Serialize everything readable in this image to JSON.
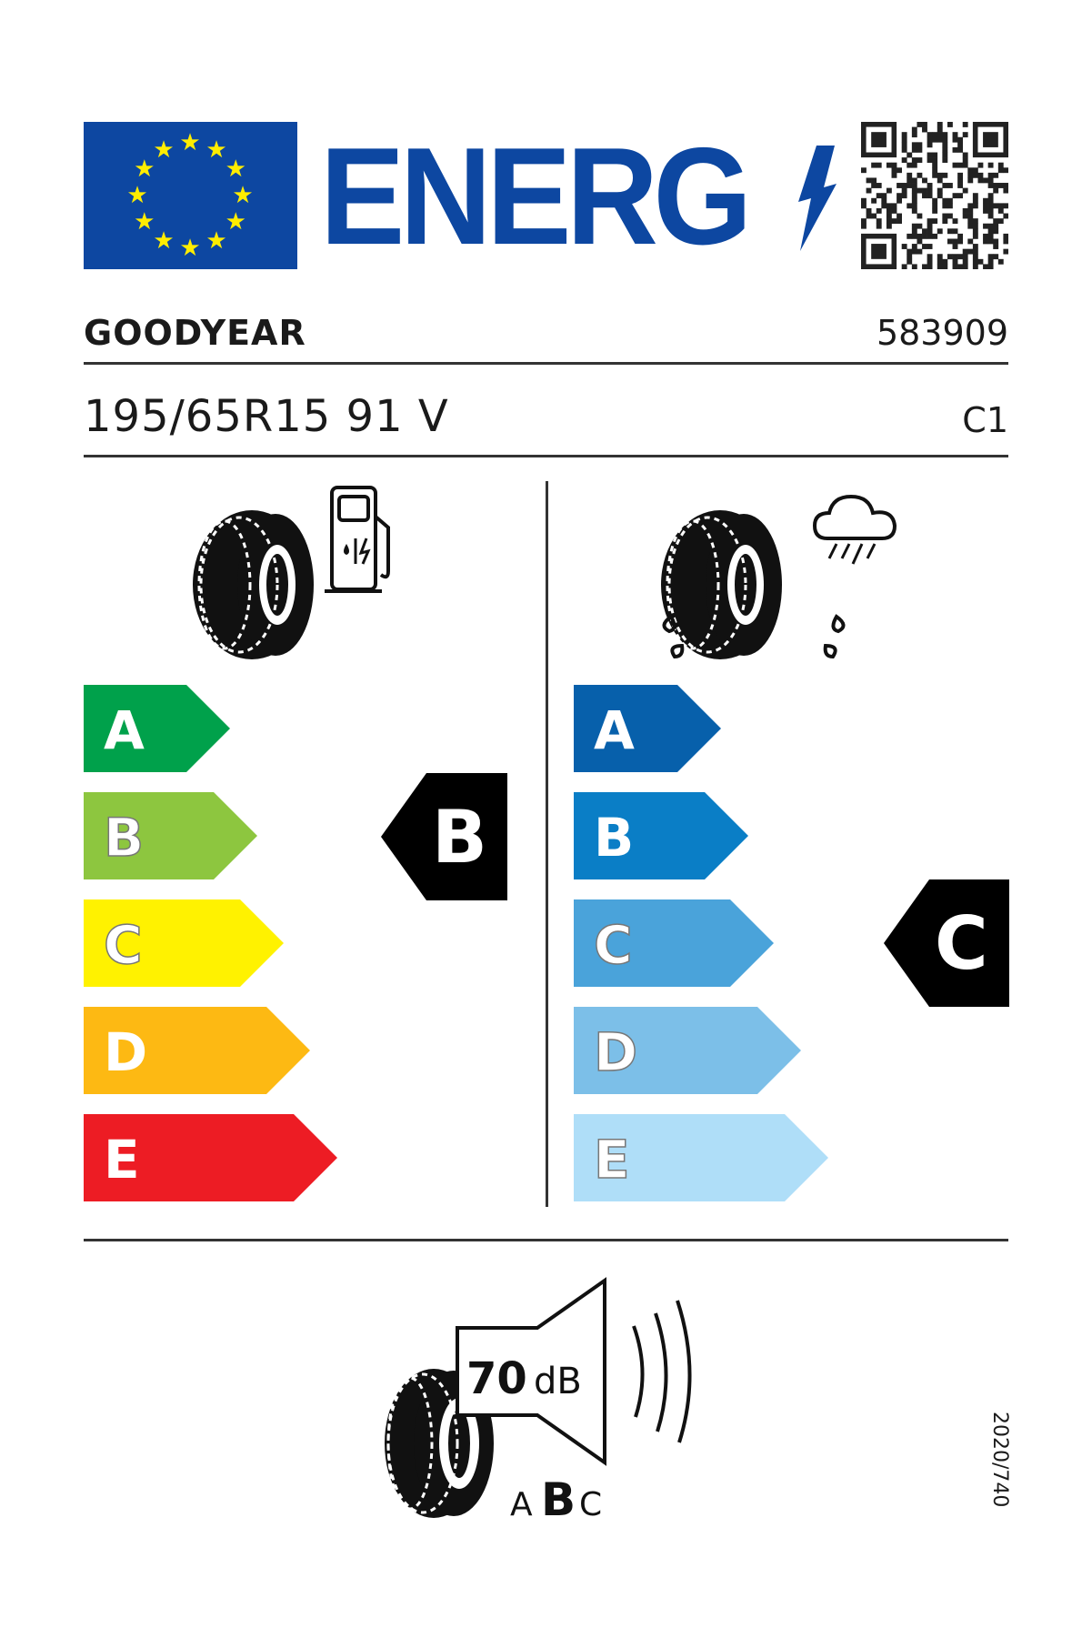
{
  "header": {
    "title": "ENERG",
    "logo": "eu-flag",
    "qr": "qr-code"
  },
  "supplier": {
    "brand": "GOODYEAR",
    "type_id": "583909"
  },
  "tyre": {
    "size": "195/65R15 91 V",
    "class": "C1"
  },
  "fuel_efficiency": {
    "icon": "fuel-pump-tyre-icon",
    "scale": [
      {
        "letter": "A",
        "color": "#00a14b"
      },
      {
        "letter": "B",
        "color": "#8dc63f"
      },
      {
        "letter": "C",
        "color": "#fff200"
      },
      {
        "letter": "D",
        "color": "#fdb913"
      },
      {
        "letter": "E",
        "color": "#ed1c24"
      }
    ],
    "rating": "B"
  },
  "wet_grip": {
    "icon": "rain-cloud-tyre-icon",
    "scale": [
      {
        "letter": "A",
        "color": "#0760ab"
      },
      {
        "letter": "B",
        "color": "#0a7ec6"
      },
      {
        "letter": "C",
        "color": "#4aa3da"
      },
      {
        "letter": "D",
        "color": "#7cbfe8"
      },
      {
        "letter": "E",
        "color": "#afdef8"
      }
    ],
    "rating": "C"
  },
  "noise": {
    "value": "70",
    "unit": "dB",
    "class_a": "A",
    "class_b": "B",
    "class_c": "C"
  },
  "regulation": "2020/740"
}
